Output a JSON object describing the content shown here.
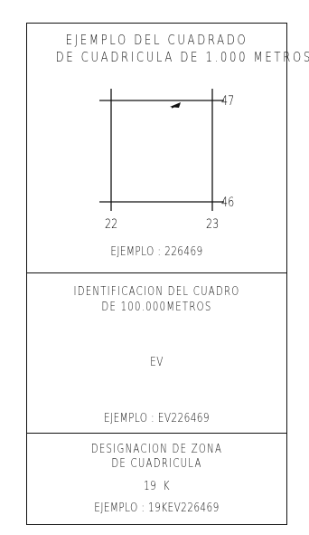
{
  "section1": {
    "title_line1": "EJEMPLO DEL CUADRADO",
    "title_line2": "DE CUADRICULA DE 1.000 METROS",
    "grid_labels": {
      "top_right": "47",
      "bottom_right": "46",
      "x_left": "22",
      "x_right": "23"
    },
    "example": "EJEMPLO : 226469"
  },
  "section2": {
    "title_line1": "IDENTIFICACION DEL CUADRO",
    "title_line2": "DE 100.000METROS",
    "code": "EV",
    "example": "EJEMPLO :   EV226469"
  },
  "section3": {
    "title_line1": "DESIGNACION DE ZONA",
    "title_line2": "DE CUADRICULA",
    "zone": "19  K",
    "example": "EJEMPLO : 19KEV226469"
  }
}
